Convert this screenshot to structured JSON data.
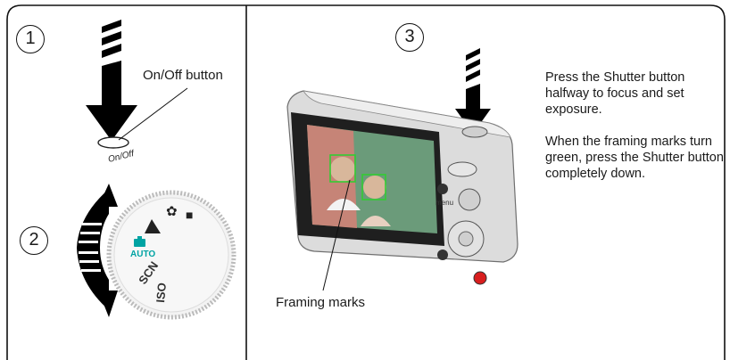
{
  "steps": {
    "one": "1",
    "two": "2",
    "three": "3"
  },
  "labels": {
    "onoff_button": "On/Off button",
    "framing_marks": "Framing marks"
  },
  "engraved": {
    "onoff": "On/Off"
  },
  "dial": {
    "auto": "AUTO",
    "scn": "SCN",
    "iso": "ISO"
  },
  "camera": {
    "menu": "menu"
  },
  "instructions": {
    "half_press": "Press the Shutter button halfway to focus and set exposure.",
    "full_press": "When the framing marks turn green, press the Shutter button completely down."
  },
  "colors": {
    "line": "#111111",
    "arrow": "#000000",
    "auto_mode": "#00a3a3",
    "focus_marks": "#33cc33",
    "shutter_red": "#d81e1e"
  }
}
